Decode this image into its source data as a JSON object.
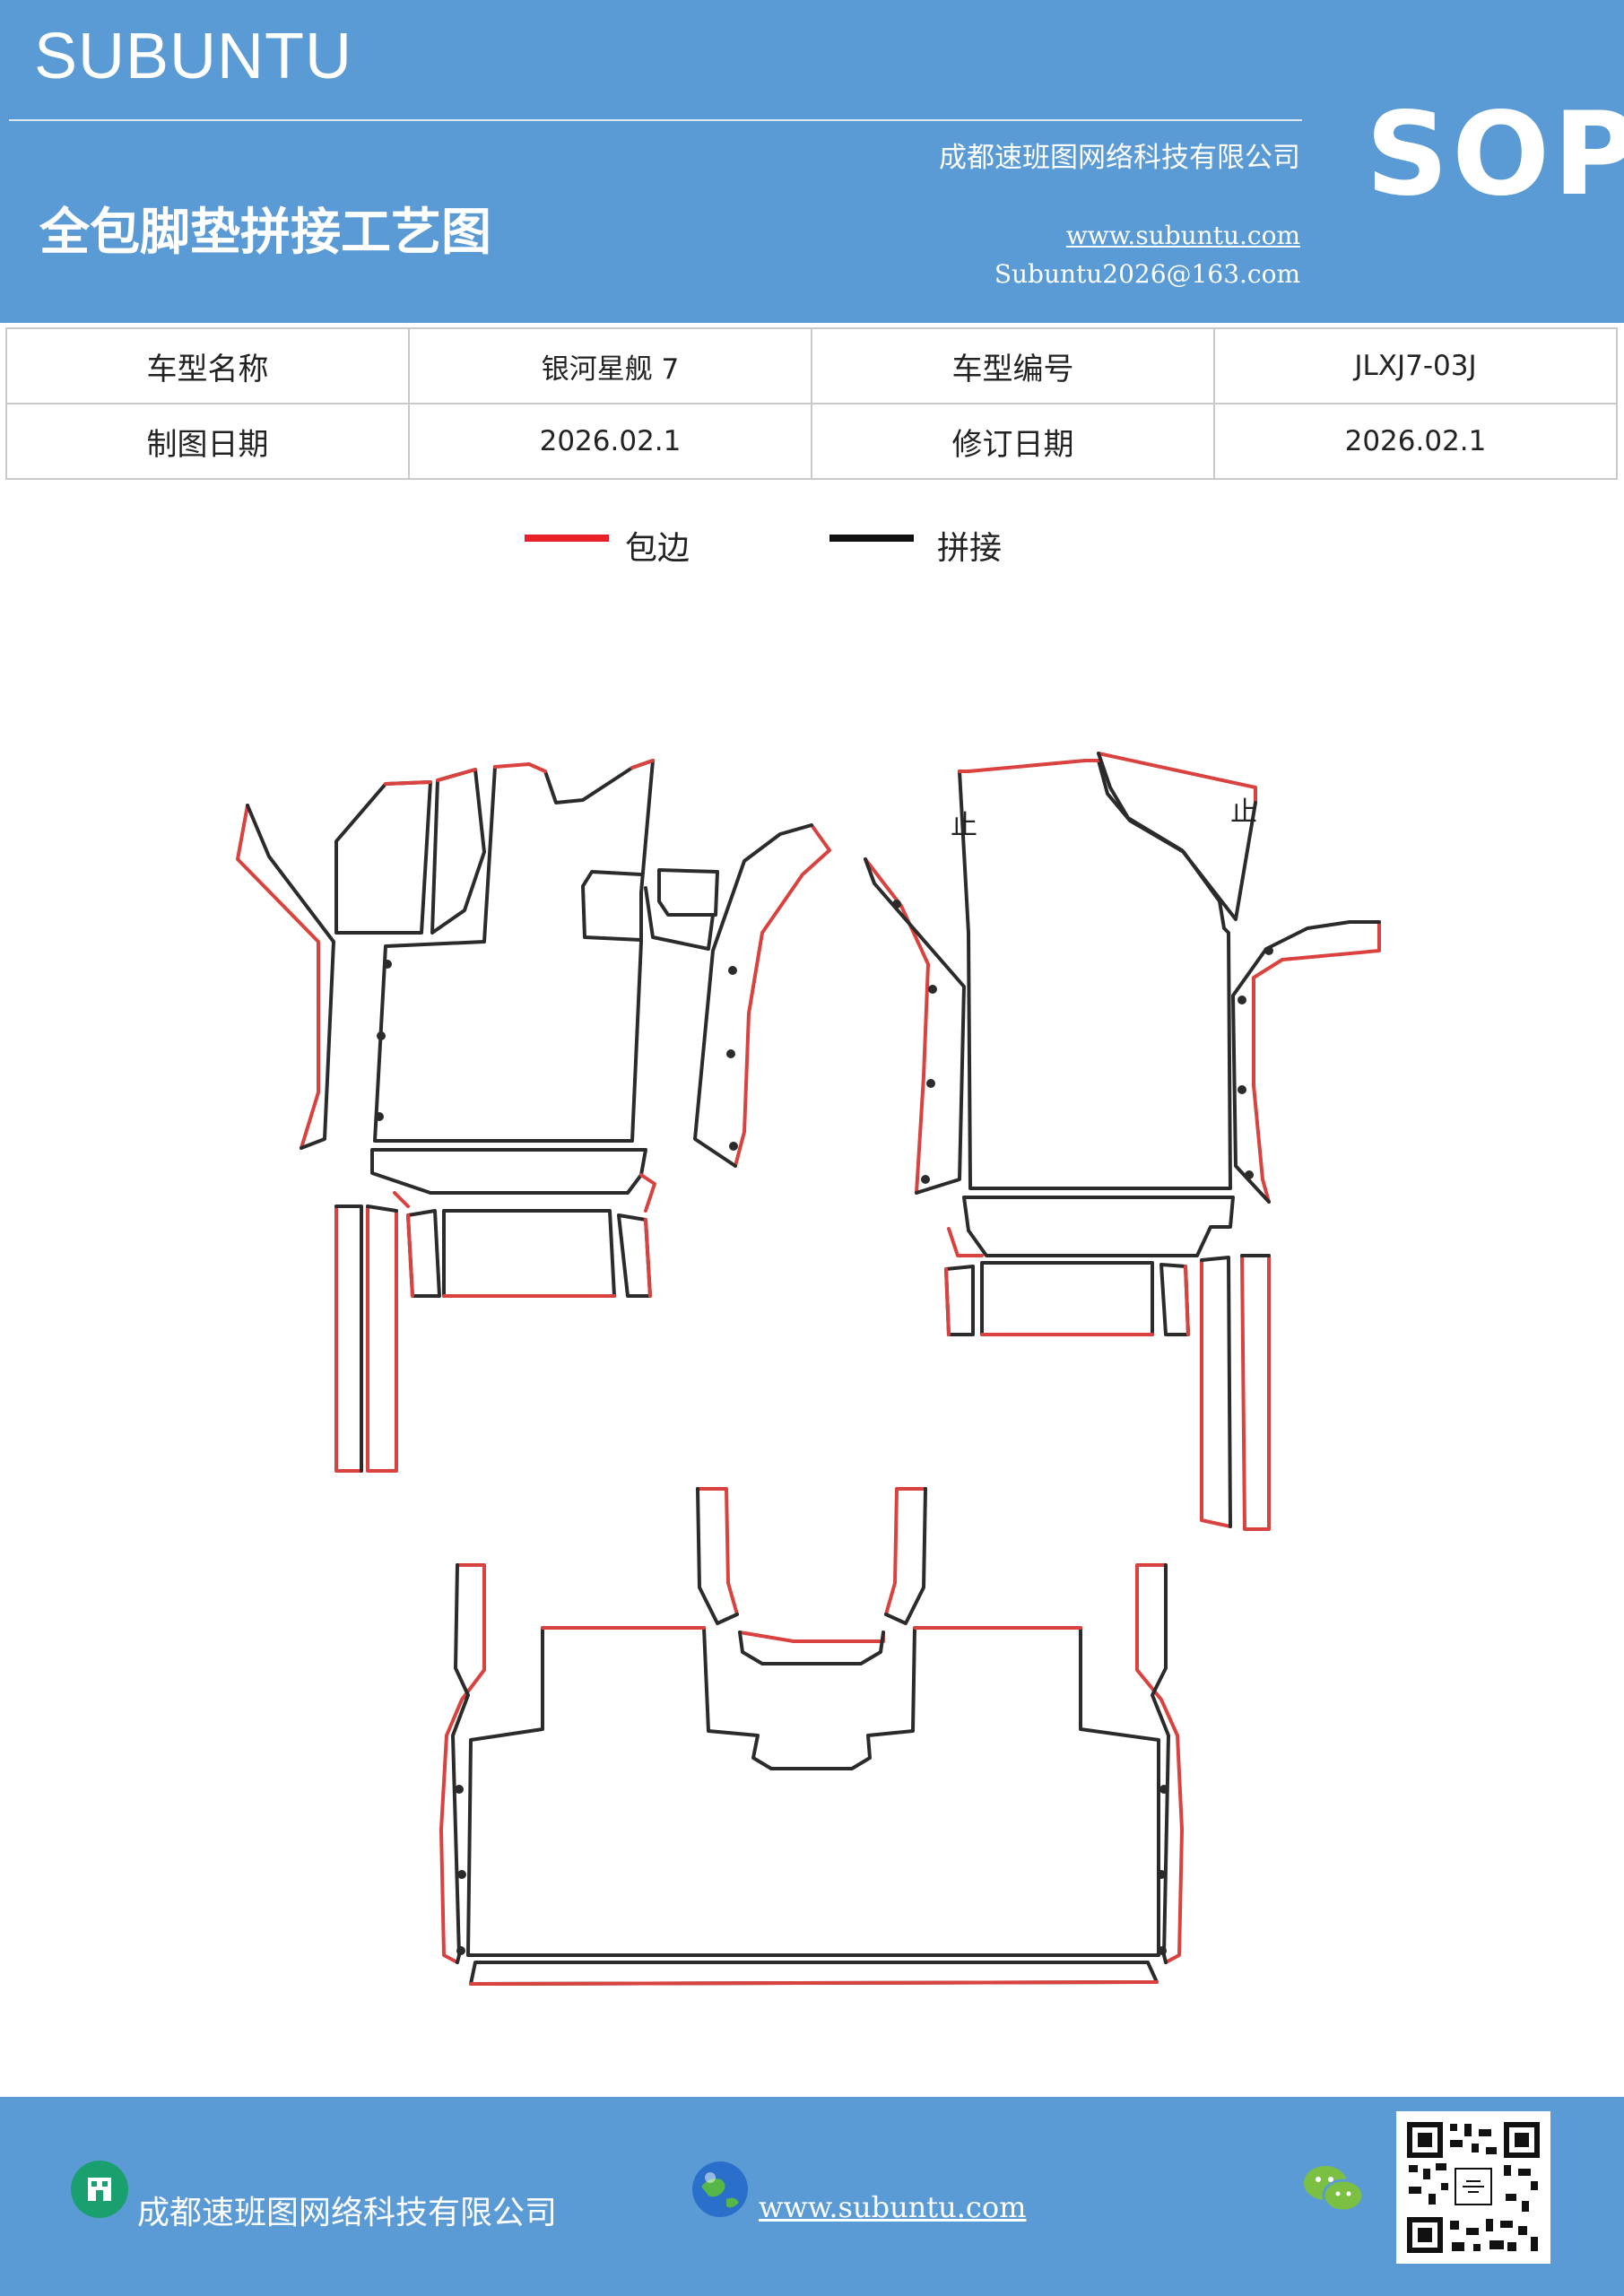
{
  "header": {
    "brand": "SUBUNTU",
    "company": "成都速班图网络科技有限公司",
    "title": "全包脚垫拼接工艺图",
    "website": "www.subuntu.com",
    "email": "Subuntu2026@163.com",
    "badge": "SOP"
  },
  "info_table": {
    "rows": [
      [
        "车型名称",
        "银河星舰 7",
        "车型编号",
        "JLXJ7-03J"
      ],
      [
        "制图日期",
        "2026.02.1",
        "修订日期",
        "2026.02.1"
      ]
    ]
  },
  "legend": {
    "items": [
      {
        "label": "包边",
        "color": "#e8202a"
      },
      {
        "label": "拼接",
        "color": "#111111"
      }
    ]
  },
  "diagram": {
    "mark_left": "止",
    "mark_right": "止",
    "edge_color": "#d9423e",
    "seam_color": "#2b2b2b"
  },
  "footer": {
    "company": "成都速班图网络科技有限公司",
    "website": "www.subuntu.com",
    "icons": [
      "building-icon",
      "globe-icon",
      "wechat-icon",
      "qr-code"
    ]
  }
}
